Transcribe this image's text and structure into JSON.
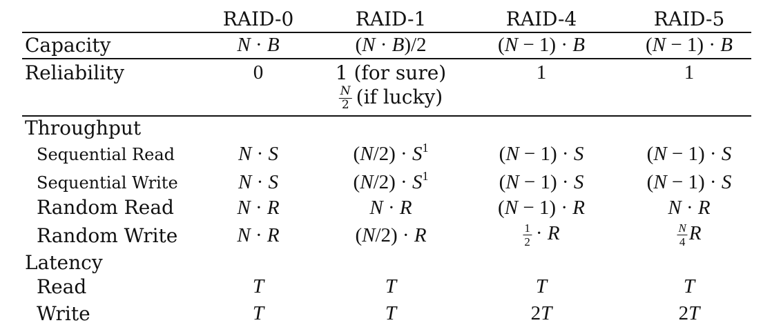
{
  "columns": [
    "RAID-0",
    "RAID-1",
    "RAID-4",
    "RAID-5"
  ],
  "rows": {
    "capacity": {
      "label": "Capacity"
    },
    "reliability": {
      "label": "Reliability",
      "raid0": "0",
      "raid1_sure": "1 (for sure)",
      "raid1_lucky_num": "N",
      "raid1_lucky_den": "2",
      "raid1_lucky_text": "(if lucky)",
      "raid4": "1",
      "raid5": "1"
    },
    "throughput": {
      "label": "Throughput"
    },
    "seq_read": {
      "label": "Sequential Read"
    },
    "seq_write": {
      "label": "Sequential Write"
    },
    "rand_read": {
      "label": "Random Read"
    },
    "rand_write": {
      "label": "Random Write",
      "raid4_num": "1",
      "raid4_den": "2",
      "raid5_num": "N",
      "raid5_den": "4"
    },
    "latency": {
      "label": "Latency"
    },
    "read": {
      "label": "Read"
    },
    "write": {
      "label": "Write"
    }
  }
}
